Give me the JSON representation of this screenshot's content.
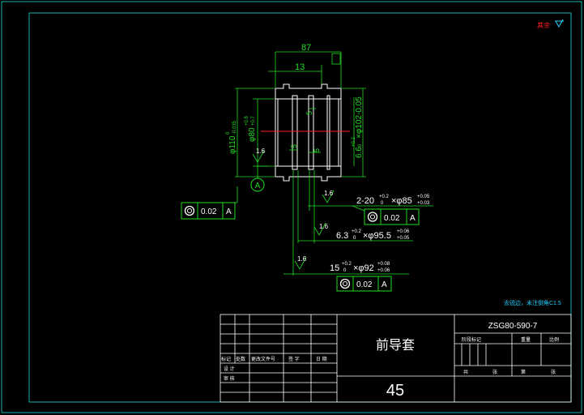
{
  "drawing": {
    "dim_overall_length": "87",
    "dim_13": "13",
    "dim_phi110": "φ110",
    "dim_phi110_tol": "-0.035",
    "dim_phi110_tol_up": "0",
    "dim_phi80": "φ80",
    "dim_phi80_tol_up": "+0.8",
    "dim_phi80_tol_lo": "+0.7",
    "dim_right_vertical": "6.6",
    "dim_right_vertical_rest": "×φ102-0.05",
    "dim_right_tol_up": "+0.2",
    "dim_right_tol_lo": "0",
    "dim_5_top": "5",
    "dim_5_mid": "5",
    "dim_5_right": "5",
    "rough_left": "1.6",
    "datum_letter": "A",
    "fcf_left": {
      "tol": "0.02",
      "datum": "A"
    },
    "groove1": {
      "rough": "1.6",
      "main": "2-20",
      "tol_up": "+0.2",
      "tol_lo": "0",
      "dia": "×φ85",
      "dia_up": "+0.05",
      "dia_lo": "+0.03",
      "fcf": {
        "tol": "0.02",
        "datum": "A"
      }
    },
    "groove2": {
      "rough": "1.6",
      "main": "6.3",
      "tol_up": "+0.2",
      "tol_lo": "0",
      "dia": "×φ95.5",
      "dia_up": "+0.06",
      "dia_lo": "+0.05"
    },
    "groove3": {
      "rough": "1.6",
      "main": "15",
      "tol_up": "+0.2",
      "tol_lo": "0",
      "dia": "×φ92",
      "dia_up": "+0.08",
      "dia_lo": "+0.06",
      "fcf": {
        "tol": "0.02",
        "datum": "A"
      }
    },
    "corner_mark": "其余",
    "note": "去锐边，未注倒角C1.5"
  },
  "title_block": {
    "drawing_no": "ZSG80-590-7",
    "part_name": "前导套",
    "material": "45",
    "labels": {
      "mark": "标记",
      "count": "处数",
      "change_doc": "更改文件号",
      "sign": "签 字",
      "date": "日 期",
      "design": "设 计",
      "check": "审 核",
      "stage_mark": "阶段标记",
      "weight": "重量",
      "scale": "比例",
      "total": "共",
      "sheet": "张",
      "page": "第",
      "sheet2": "张"
    }
  },
  "colors": {
    "border": "#1ab0b0",
    "green": "#22dd22",
    "white": "#ffffff",
    "red": "#ff2020",
    "cyan": "#22d0ff",
    "yellow": "#ffff00"
  }
}
